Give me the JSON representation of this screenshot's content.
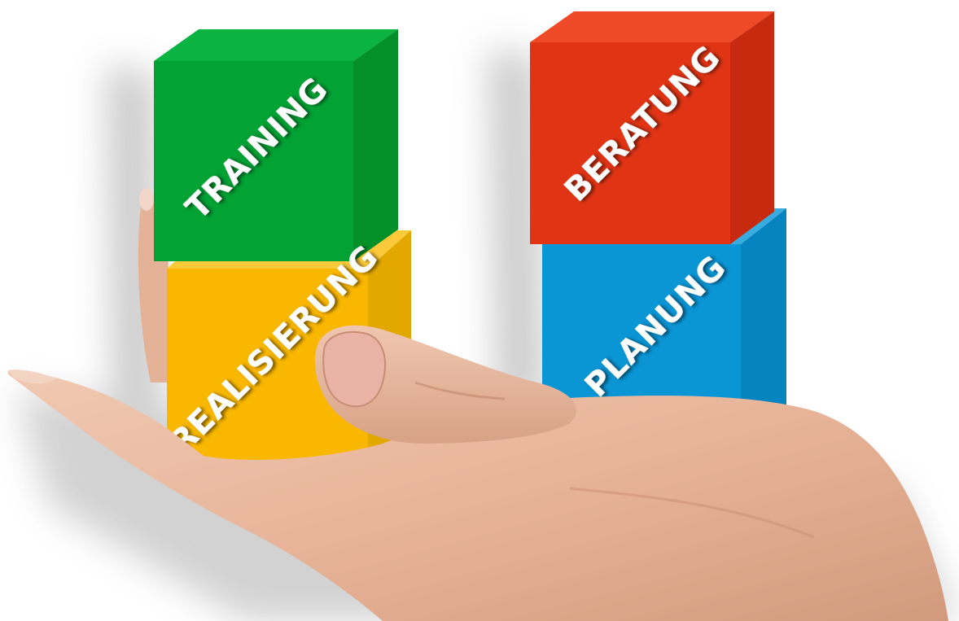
{
  "cubes": {
    "training": {
      "label": "TRAINING",
      "front": "#02a234",
      "side": "#039028",
      "top": "#0bb343"
    },
    "realisierung": {
      "label": "REALISIERUNG",
      "front": "#fab700",
      "side": "#e3a800",
      "top": "#fcc93a"
    },
    "beratung": {
      "label": "BERATUNG",
      "front": "#e13414",
      "side": "#c72a0e",
      "top": "#ee4a28"
    },
    "planung": {
      "label": "PLANUNG",
      "front": "#0a95d5",
      "side": "#0584c0",
      "top": "#38acdf"
    }
  },
  "hand": {
    "skin": "#ecbea4",
    "shadow": "#c78e73",
    "nail": "#e9b4a6"
  }
}
